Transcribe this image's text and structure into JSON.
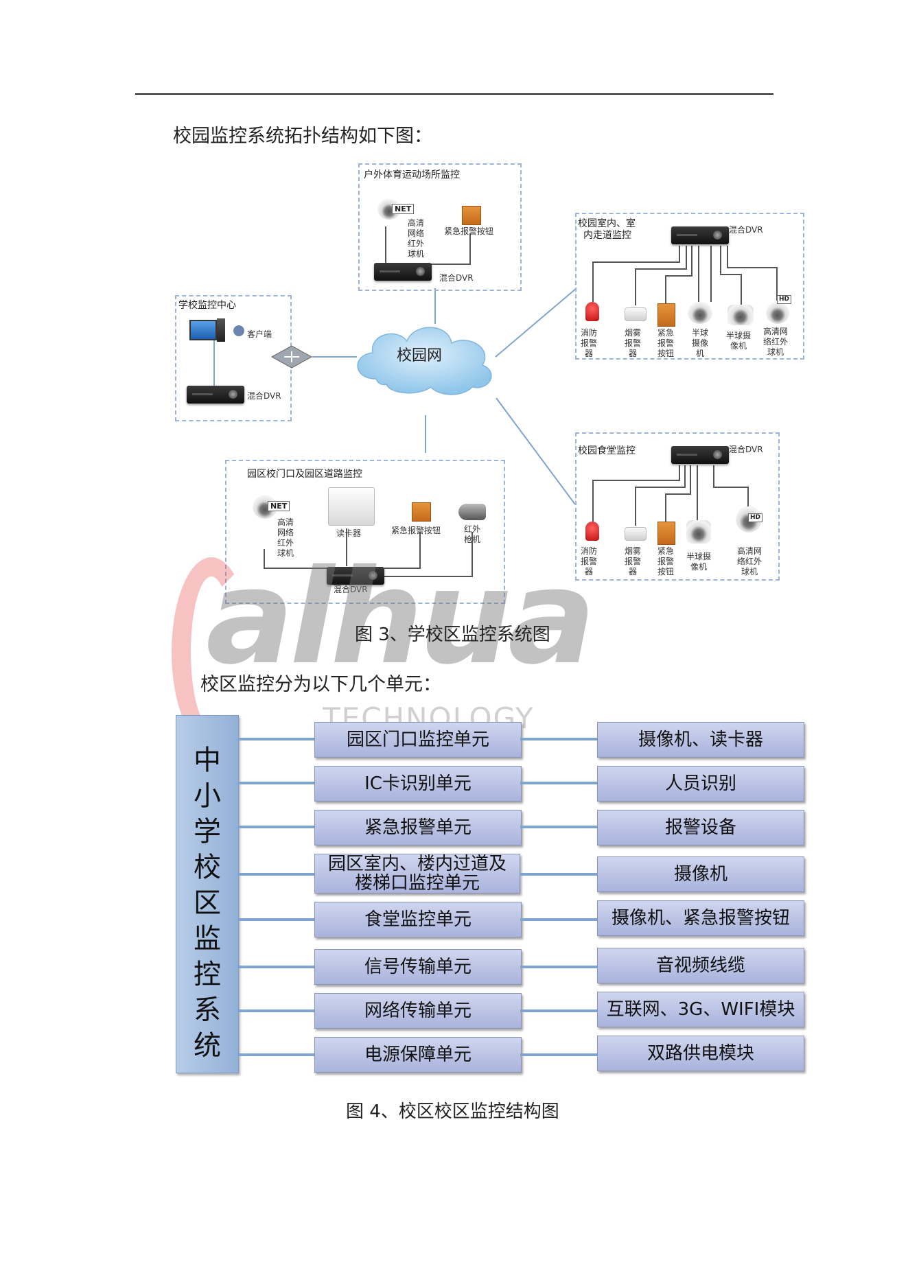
{
  "intro_text": "校园监控系统拓扑结构如下图：",
  "topology": {
    "cloud_label": "校园网",
    "outdoor": {
      "title": "户外体育运动场所监控",
      "net_badge": "NET",
      "camera_label": [
        "高清",
        "网络",
        "红外",
        "球机"
      ],
      "alarm_label": "紧急报警按钮",
      "dvr_label": "混合DVR"
    },
    "center": {
      "title": "学校监控中心",
      "client_label": "客户端",
      "dvr_label": "混合DVR"
    },
    "indoor": {
      "title_lines": [
        "校园室内、室",
        "内走道监控"
      ],
      "dvr_label": "混合DVR",
      "hd_badge": "HD",
      "devices": [
        [
          "消防",
          "报警",
          "器"
        ],
        [
          "烟雾",
          "报警",
          "器"
        ],
        [
          "紧急",
          "报警",
          "按钮"
        ],
        [
          "半球",
          "摄像",
          "机"
        ],
        [
          "半球摄",
          "像机"
        ],
        [
          "高清网",
          "络红外",
          "球机"
        ]
      ]
    },
    "gate": {
      "title": "园区校门口及园区道路监控",
      "net_badge": "NET",
      "camera_label": [
        "高清",
        "网络",
        "红外",
        "球机"
      ],
      "reader_label": "读卡器",
      "alarm_label": "紧急报警按钮",
      "ir_label": [
        "红外",
        "枪机"
      ],
      "dvr_label": "混合DVR"
    },
    "canteen": {
      "title": "校园食堂监控",
      "dvr_label": "混合DVR",
      "hd_badge": "HD",
      "devices": [
        [
          "消防",
          "报警",
          "器"
        ],
        [
          "烟雾",
          "报警",
          "器"
        ],
        [
          "紧急",
          "报警",
          "按钮"
        ],
        [
          "半球摄",
          "像机"
        ],
        [
          "高清网",
          "络红外",
          "球机"
        ]
      ]
    }
  },
  "watermark": {
    "brand": "alhua",
    "sub": "TECHNOLOGY"
  },
  "figure3_caption": "图 3、学校区监控系统图",
  "units_intro": "校区监控分为以下几个单元：",
  "structure": {
    "main_title_chars": [
      "中",
      "小",
      "学",
      "校",
      "区",
      "监",
      "控",
      "系",
      "统"
    ],
    "units": [
      {
        "unit": "园区门口监控单元",
        "device": "摄像机、读卡器"
      },
      {
        "unit": "IC卡识别单元",
        "device": "人员识别"
      },
      {
        "unit": "紧急报警单元",
        "device": "报警设备"
      },
      {
        "unit": "园区室内、楼内过道及楼梯口监控单元",
        "device": "摄像机"
      },
      {
        "unit": "食堂监控单元",
        "device": "摄像机、紧急报警按钮"
      },
      {
        "unit": "信号传输单元",
        "device": "音视频线缆"
      },
      {
        "unit": "网络传输单元",
        "device": "互联网、3G、WIFI模块"
      },
      {
        "unit": "电源保障单元",
        "device": "双路供电模块"
      }
    ]
  },
  "figure4_caption": "图 4、校区校区监控结构图",
  "colors": {
    "dash_border": "#9ab3d6",
    "cloud": "#a9d3f0",
    "unit_fill": "#b7c0e4",
    "connector": "#7ea4cf"
  }
}
